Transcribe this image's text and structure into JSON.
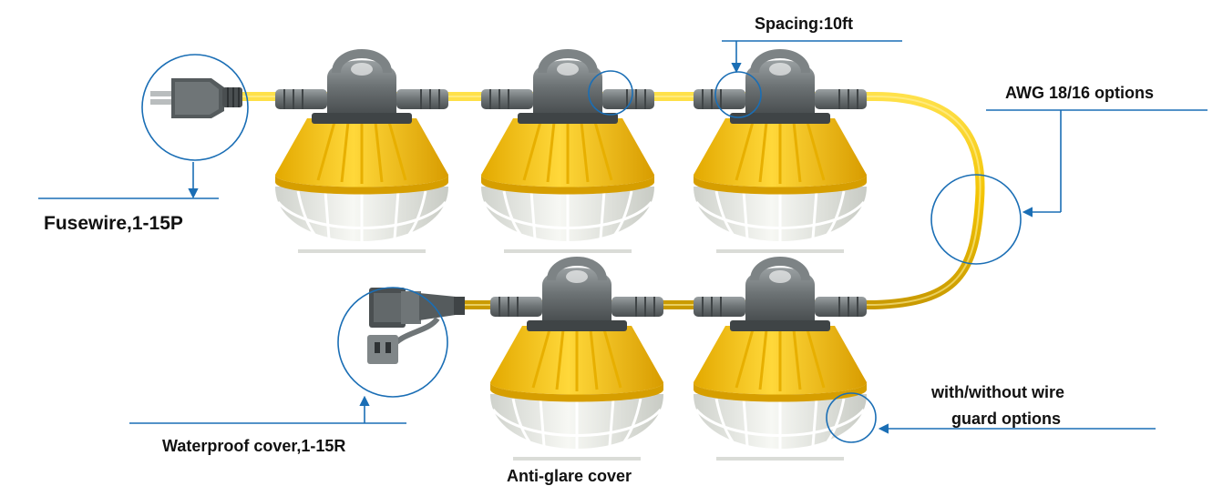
{
  "labels": {
    "fusewire": "Fusewire,1-15P",
    "waterproof": "Waterproof cover,1-15R",
    "anti_glare": "Anti-glare cover",
    "spacing": "Spacing:10ft",
    "awg": "AWG 18/16 options",
    "wire_guard_line1": "with/without wire",
    "wire_guard_line2": "guard options"
  },
  "colors": {
    "cord": "#f2c200",
    "cord_dark": "#c99a00",
    "shade": "#f4c418",
    "shade_dark": "#d9a300",
    "globe": "#eceee8",
    "guard": "#ffffff",
    "hardware": "#6e7375",
    "hardware_dark": "#3f4446",
    "callout": "#1a6eb5"
  },
  "icons": {
    "plug": "male-plug-icon",
    "receptacle": "female-receptacle-icon",
    "lamp": "work-light-fixture-icon"
  }
}
